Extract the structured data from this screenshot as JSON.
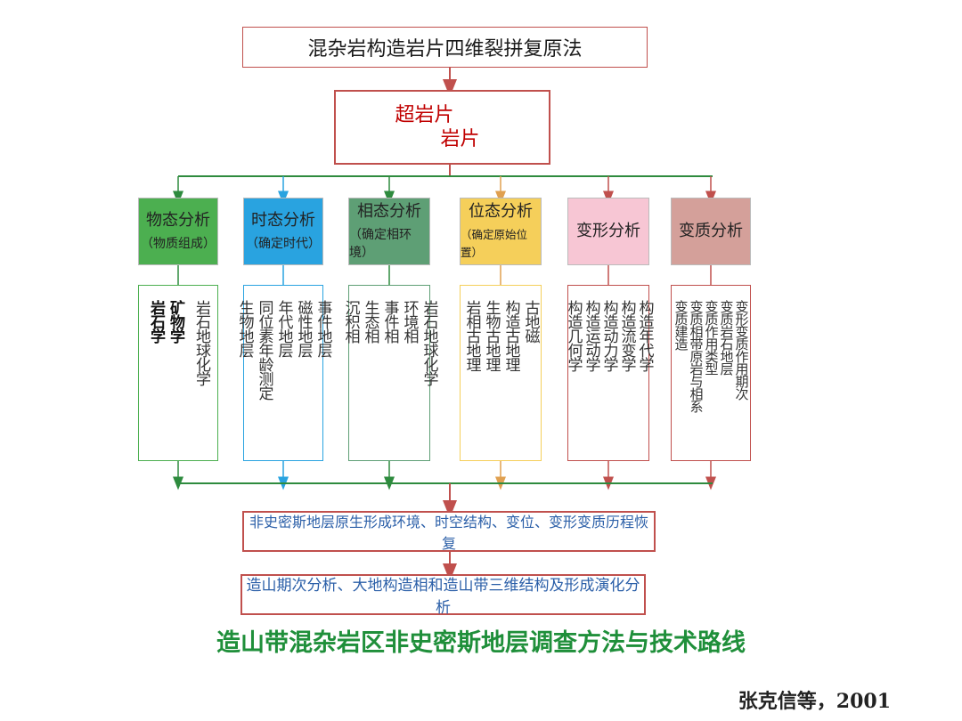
{
  "title": "混杂岩构造岩片四维裂拼复原法",
  "super": {
    "line1": "超岩片",
    "line2": "岩片"
  },
  "categories": [
    {
      "name": "物态分析",
      "sub": "（物质组成）",
      "color": "#4caf50"
    },
    {
      "name": "时态分析",
      "sub": "（确定时代）",
      "color": "#29a3e0"
    },
    {
      "name": "相态分析",
      "sub": "（确定相环境）",
      "color": "#5e9f75"
    },
    {
      "name": "位态分析",
      "sub": "（确定原始位置）",
      "color": "#f5cf5a"
    },
    {
      "name": "变形分析",
      "sub": "",
      "color": "#f7c6d4"
    },
    {
      "name": "变质分析",
      "sub": "",
      "color": "#d4a09a"
    }
  ],
  "columns": [
    {
      "border_color": "#4caf50",
      "lines": [
        "岩石学",
        "矿物学",
        "",
        "岩石地球化学"
      ],
      "bold": [
        true,
        true,
        false,
        false
      ]
    },
    {
      "border_color": "#29a3e0",
      "lines": [
        "生物地层",
        "同位素年龄测定",
        "年代地层",
        "磁性地层",
        "事件地层"
      ]
    },
    {
      "border_color": "#5e9f75",
      "lines": [
        "沉积相",
        "生态相",
        "事件相",
        "环境相",
        "岩石地球化学"
      ]
    },
    {
      "border_color": "#f5cf5a",
      "lines": [
        "岩相古地理",
        "生物古地理",
        "构造古地理",
        "古地磁"
      ]
    },
    {
      "border_color": "#c0504d",
      "lines": [
        "构造几何学",
        "构造运动学",
        "构造动力学",
        "构造流变学",
        "构造年代学"
      ]
    },
    {
      "border_color": "#c0504d",
      "lines": [
        "变质建造",
        "变质相带原岩与相系",
        "变质作用类型",
        "变质岩石地层",
        "变形变质作用期次"
      ]
    }
  ],
  "result1": "非史密斯地层原生形成环境、时空结构、变位、变形变质历程恢复",
  "result2": "造山期次分析、大地构造相和造山带三维结构及形成演化分析",
  "main_title": "造山带混杂岩区非史密斯地层调查方法与技术路线",
  "citation": "张克信等，2001",
  "colors": {
    "red": "#c0504d",
    "green": "#2e8b3e",
    "arrow": "#c0504d",
    "title_green": "#1f8f3a",
    "result_text": "#2b5fa8"
  }
}
